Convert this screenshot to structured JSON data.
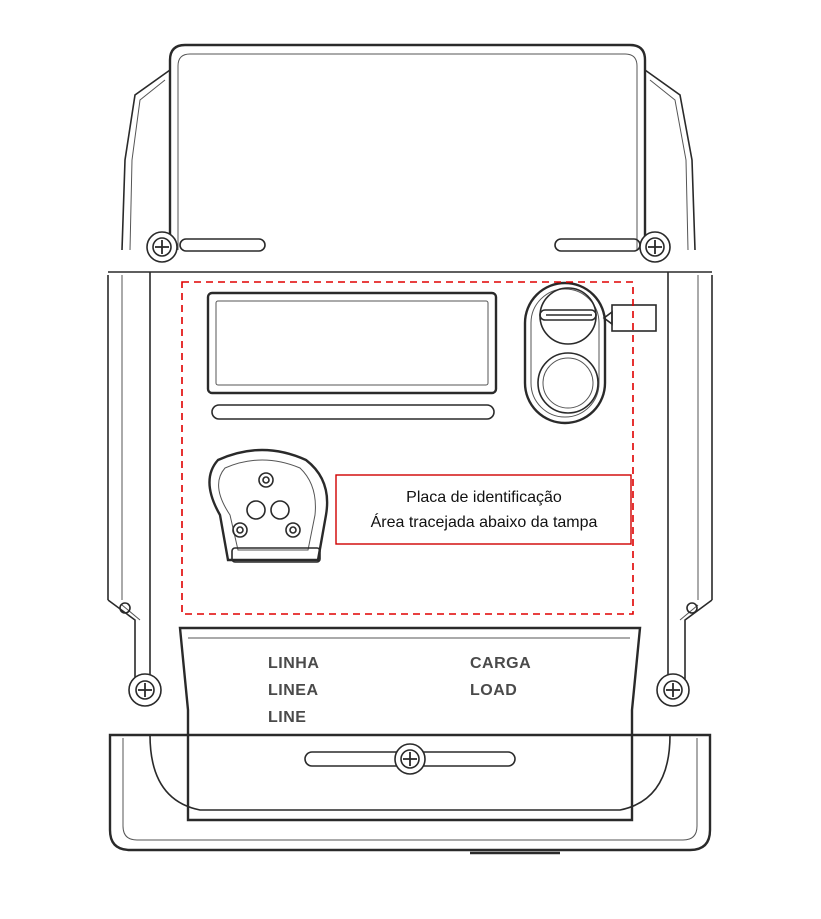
{
  "callout": {
    "line1": "Placa de identificação",
    "line2": "Área tracejada abaixo da tampa"
  },
  "terminal_labels": {
    "line": [
      "LINHA",
      "LINEA",
      "LINE"
    ],
    "load": [
      "CARGA",
      "LOAD"
    ]
  },
  "colors": {
    "outline": "#2a2a2a",
    "dashed_area": "#e00000",
    "callout_border": "#d00000",
    "label_text": "#4a4a4a"
  }
}
